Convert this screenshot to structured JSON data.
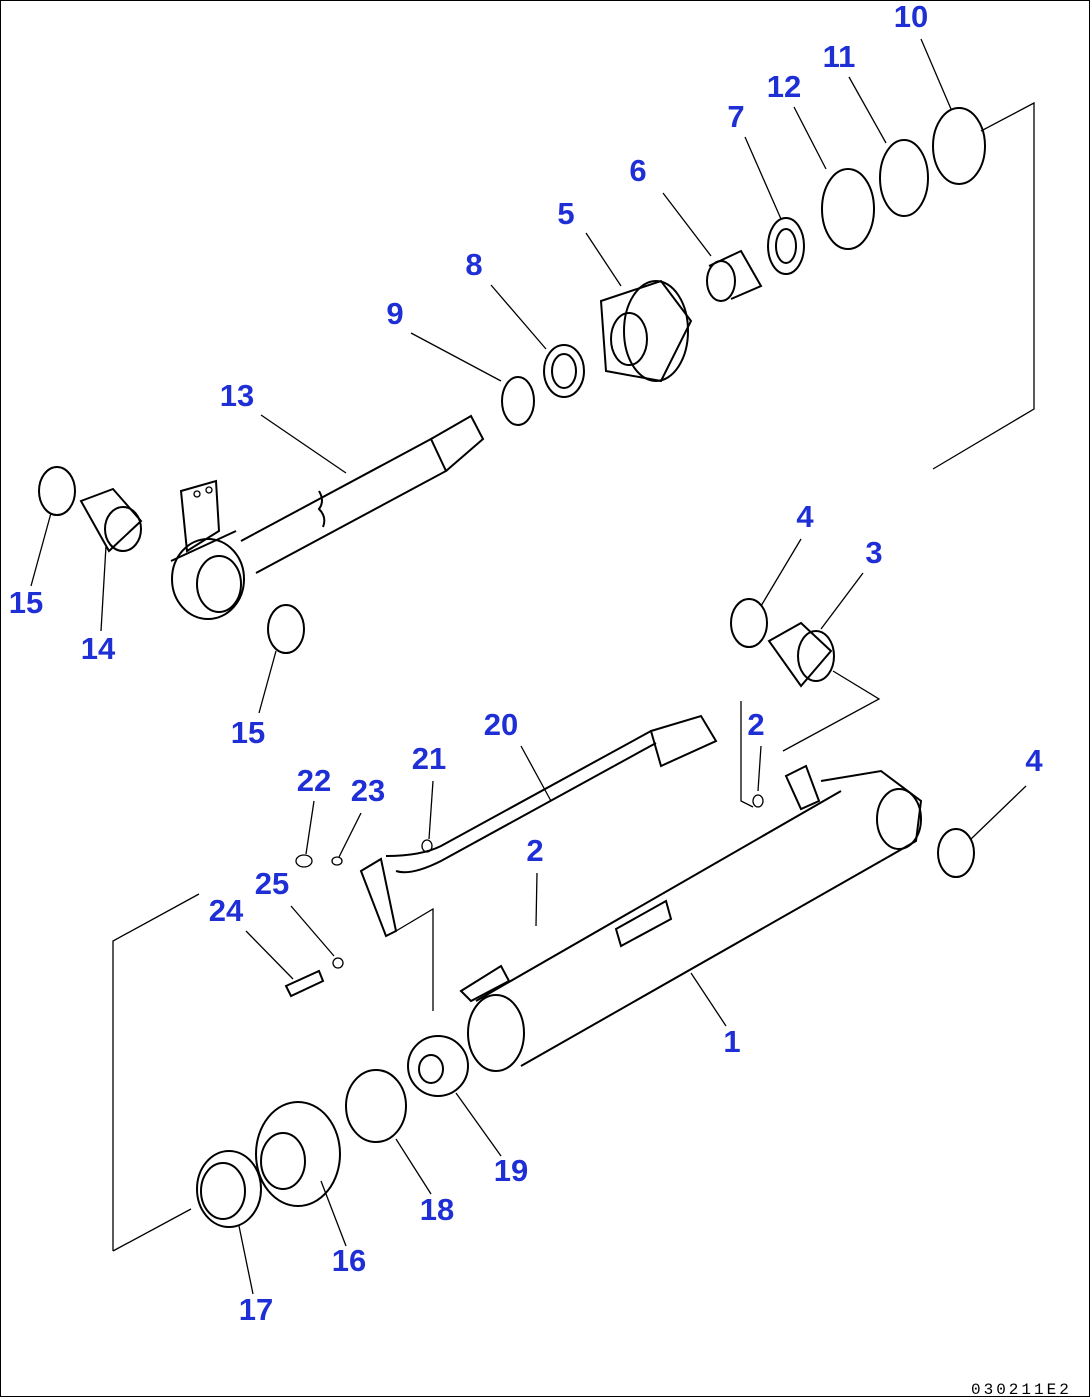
{
  "diagram": {
    "title": "Hydraulic cylinder exploded parts view",
    "callouts": [
      "10",
      "11",
      "12",
      "7",
      "6",
      "5",
      "8",
      "9",
      "13",
      "15",
      "14",
      "15",
      "4",
      "3",
      "20",
      "2",
      "4",
      "21",
      "22",
      "23",
      "2",
      "25",
      "24",
      "1",
      "19",
      "18",
      "16",
      "17"
    ],
    "drawing_code": "030211E2",
    "label_color": "#1f2fd6"
  }
}
